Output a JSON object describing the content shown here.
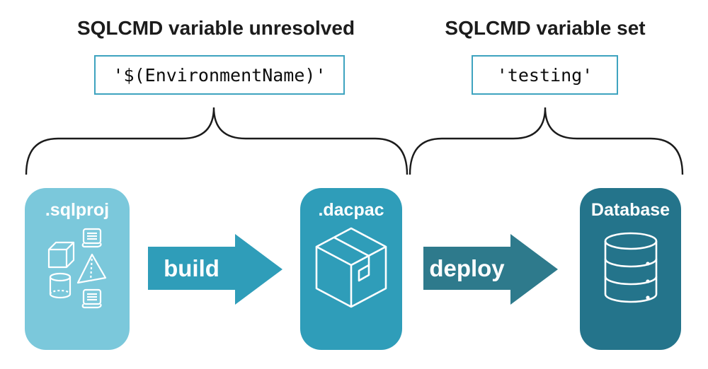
{
  "annotations": {
    "unresolved": {
      "title": "SQLCMD variable unresolved",
      "code": "'$(EnvironmentName)'"
    },
    "resolved": {
      "title": "SQLCMD variable set",
      "code": "'testing'"
    }
  },
  "pipeline": {
    "stages": [
      {
        "label": ".sqlproj",
        "icon": "sql-objects-icon",
        "color": "#7bc8db"
      },
      {
        "label": ".dacpac",
        "icon": "package-icon",
        "color": "#2f9db9"
      },
      {
        "label": "Database",
        "icon": "database-icon",
        "color": "#24748b"
      }
    ],
    "arrows": [
      {
        "label": "build",
        "color": "#2f9db9"
      },
      {
        "label": "deploy",
        "color": "#2e7a8c"
      }
    ]
  },
  "colors": {
    "background": "#ffffff",
    "heading_text": "#1c1c1c",
    "code_text": "#0d0d0d",
    "code_box_border": "#3ea3bf",
    "brace_stroke": "#1b1b1b",
    "icon_stroke": "#ffffff"
  }
}
